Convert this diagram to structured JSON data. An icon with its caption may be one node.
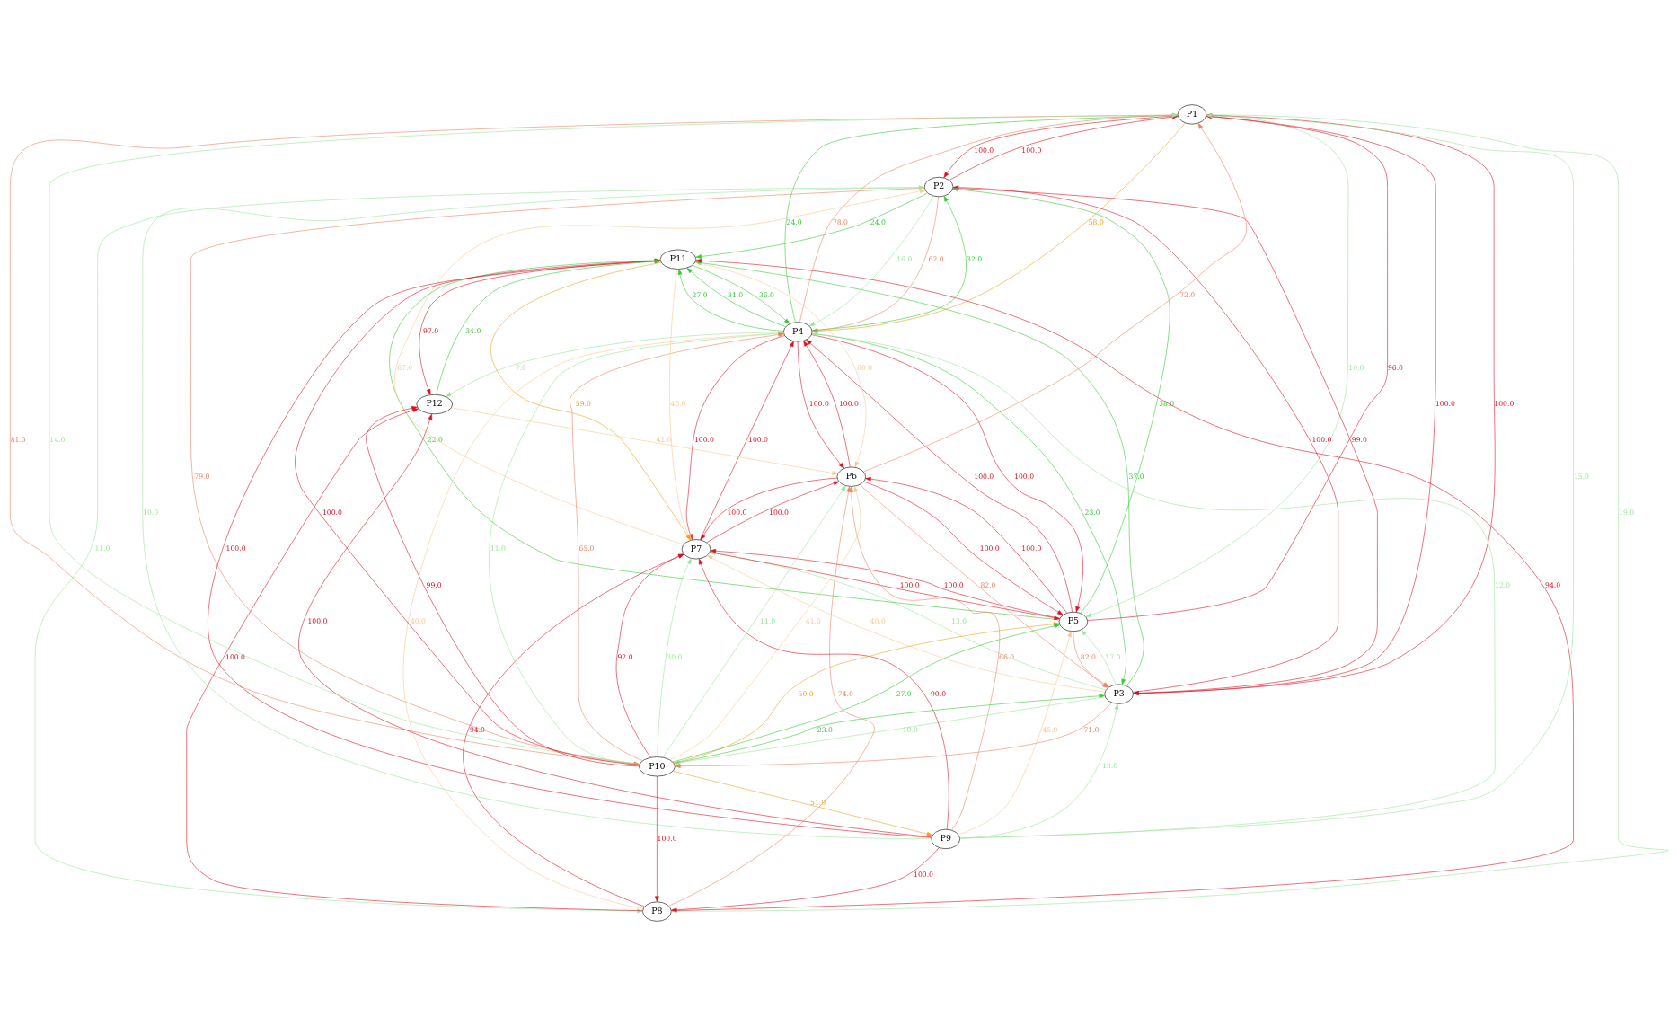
{
  "diagram": {
    "nodes": [
      {
        "text": [
          "P1"
        ]
      },
      {
        "text": [
          "P2"
        ]
      },
      {
        "text": [
          "P3"
        ]
      },
      {
        "text": [
          "P4"
        ]
      },
      {
        "text": [
          "P5"
        ]
      },
      {
        "text": [
          "P6"
        ]
      },
      {
        "text": [
          "P7"
        ]
      },
      {
        "text": [
          "P8"
        ]
      },
      {
        "text": [
          "P9"
        ]
      },
      {
        "text": [
          "P10"
        ]
      },
      {
        "text": [
          "P11"
        ]
      },
      {
        "text": [
          "P12"
        ]
      }
    ],
    "edges": [
      {
        "from": 9,
        "to": 8,
        "arrow": "to",
        "label": "51.0",
        "color": "#f0a020"
      },
      {
        "from": 8,
        "to": 7,
        "arrow": "to",
        "label": "100.0",
        "color": "#e01020"
      },
      {
        "from": 8,
        "to": 11,
        "arrow": "to",
        "label": "100.0",
        "color": "#e01020"
      },
      {
        "from": 8,
        "to": 10,
        "arrow": "to",
        "label": "100.0",
        "color": "#e01020"
      },
      {
        "from": 9,
        "to": 7,
        "arrow": "to",
        "label": "100.0",
        "color": "#e01020"
      },
      {
        "from": 9,
        "to": 11,
        "arrow": "to",
        "label": "99.0",
        "color": "#e01020"
      },
      {
        "from": 9,
        "to": 10,
        "arrow": "to",
        "label": "100.0",
        "color": "#e01020"
      },
      {
        "from": 7,
        "to": 11,
        "arrow": "to",
        "label": "100.0",
        "color": "#e01020"
      },
      {
        "from": 7,
        "to": 10,
        "arrow": "to",
        "label": "94.0",
        "color": "#e01020"
      },
      {
        "from": 10,
        "to": 11,
        "arrow": "to",
        "label": "97.0",
        "color": "#e01020"
      },
      {
        "from": 11,
        "to": 10,
        "arrow": "to",
        "label": "34.0",
        "color": "#33cc33"
      },
      {
        "from": 8,
        "to": 2,
        "arrow": "to",
        "label": "13.0",
        "color": "#99e699"
      },
      {
        "from": 0,
        "to": 7,
        "arrow": "to",
        "label": "19.0",
        "color": "#99e699"
      },
      {
        "from": 1,
        "to": 7,
        "arrow": "to",
        "label": "11.0",
        "color": "#99e699"
      },
      {
        "from": 2,
        "to": 10,
        "arrow": "to",
        "label": "37.0",
        "color": "#33cc33"
      },
      {
        "from": 7,
        "to": 6,
        "arrow": "to",
        "label": "94.0",
        "color": "#e01020"
      },
      {
        "from": 3,
        "to": 11,
        "arrow": "to",
        "label": "7.0",
        "color": "#99e699"
      },
      {
        "from": 10,
        "to": 6,
        "arrow": "to",
        "label": "46.0",
        "color": "#f8c890"
      },
      {
        "from": 8,
        "to": 4,
        "arrow": "to",
        "label": "45.0",
        "color": "#f8c890"
      },
      {
        "from": 8,
        "to": 6,
        "arrow": "to",
        "label": "90.0",
        "color": "#e01020"
      },
      {
        "from": 1,
        "to": 10,
        "arrow": "to",
        "label": "24.0",
        "color": "#33cc33"
      },
      {
        "from": 7,
        "to": 3,
        "arrow": "to",
        "label": "40.0",
        "color": "#f8c890"
      },
      {
        "from": 7,
        "to": 5,
        "arrow": "to",
        "label": "74.0",
        "color": "#f08060"
      },
      {
        "from": 3,
        "to": 10,
        "arrow": "to",
        "label": "27.0",
        "color": "#33cc33"
      },
      {
        "from": 10,
        "to": 6,
        "arrow": "to",
        "label": "59.0",
        "color": "#f0a020"
      },
      {
        "from": 11,
        "to": 5,
        "arrow": "to",
        "label": "41.0",
        "color": "#f8c890"
      },
      {
        "from": 4,
        "to": 10,
        "arrow": "to",
        "label": "22.0",
        "color": "#33cc33"
      },
      {
        "from": 10,
        "to": 3,
        "arrow": "to",
        "label": "36.0",
        "color": "#33cc33"
      },
      {
        "from": 3,
        "to": 10,
        "arrow": "to",
        "label": "31.0",
        "color": "#33cc33"
      },
      {
        "from": 10,
        "to": 5,
        "arrow": "to",
        "label": "60.0",
        "color": "#f8c890"
      },
      {
        "from": 9,
        "to": 0,
        "arrow": "to",
        "label": "14.0",
        "color": "#99e699"
      },
      {
        "from": 9,
        "to": 2,
        "arrow": "to",
        "label": "23.0",
        "color": "#33cc33"
      },
      {
        "from": 9,
        "to": 3,
        "arrow": "to",
        "label": "11.0",
        "color": "#99e699"
      },
      {
        "from": 8,
        "to": 3,
        "arrow": "to",
        "label": "12.0",
        "color": "#99e699"
      },
      {
        "from": 9,
        "to": 4,
        "arrow": "to",
        "label": "50.0",
        "color": "#f0a020"
      },
      {
        "from": 8,
        "to": 5,
        "arrow": "to",
        "label": "66.0",
        "color": "#f08060"
      },
      {
        "from": 2,
        "to": 9,
        "arrow": "to",
        "label": "10.0",
        "color": "#99e699"
      },
      {
        "from": 9,
        "to": 6,
        "arrow": "to",
        "label": "92.0",
        "color": "#e01020"
      },
      {
        "from": 9,
        "to": 4,
        "arrow": "to",
        "label": "27.0",
        "color": "#33cc33"
      },
      {
        "from": 2,
        "to": 6,
        "arrow": "to",
        "label": "13.0",
        "color": "#99e699"
      },
      {
        "from": 1,
        "to": 9,
        "arrow": "to",
        "label": "79.0",
        "color": "#f08060"
      },
      {
        "from": 0,
        "to": 9,
        "arrow": "to",
        "label": "81.0",
        "color": "#f08060"
      },
      {
        "from": 8,
        "to": 0,
        "arrow": "to",
        "label": "15.0",
        "color": "#99e699"
      },
      {
        "from": 8,
        "to": 1,
        "arrow": "to",
        "label": "10.0",
        "color": "#99e699"
      },
      {
        "from": 2,
        "to": 9,
        "arrow": "to",
        "label": "71.0",
        "color": "#f08060"
      },
      {
        "from": 9,
        "to": 5,
        "arrow": "to",
        "label": "41.0",
        "color": "#f8c890"
      },
      {
        "from": 9,
        "to": 6,
        "arrow": "to",
        "label": "30.0",
        "color": "#99e699"
      },
      {
        "from": 9,
        "to": 3,
        "arrow": "to",
        "label": "65.0",
        "color": "#f08060"
      },
      {
        "from": 9,
        "to": 5,
        "arrow": "to",
        "label": "11.0",
        "color": "#99e699"
      },
      {
        "from": 2,
        "to": 4,
        "arrow": "to",
        "label": "17.0",
        "color": "#99e699"
      },
      {
        "from": 2,
        "to": 6,
        "arrow": "to",
        "label": "40.0",
        "color": "#f8c890"
      },
      {
        "from": 4,
        "to": 2,
        "arrow": "to",
        "label": "82.0",
        "color": "#f08060"
      },
      {
        "from": 0,
        "to": 2,
        "arrow": "to",
        "label": "100.0",
        "color": "#e01020"
      },
      {
        "from": 2,
        "to": 0,
        "arrow": "to",
        "label": "100.0",
        "color": "#e01020"
      },
      {
        "from": 1,
        "to": 2,
        "arrow": "to",
        "label": "99.0",
        "color": "#e01020"
      },
      {
        "from": 2,
        "to": 1,
        "arrow": "to",
        "label": "100.0",
        "color": "#e01020"
      },
      {
        "from": 4,
        "to": 0,
        "arrow": "to",
        "label": "96.0",
        "color": "#e01020"
      },
      {
        "from": 3,
        "to": 2,
        "arrow": "to",
        "label": "23.0",
        "color": "#33cc33"
      },
      {
        "from": 3,
        "to": 1,
        "arrow": "to",
        "label": "32.0",
        "color": "#33cc33"
      },
      {
        "from": 4,
        "to": 1,
        "arrow": "to",
        "label": "38.0",
        "color": "#33cc33"
      },
      {
        "from": 5,
        "to": 0,
        "arrow": "to",
        "label": "72.0",
        "color": "#f08060"
      },
      {
        "from": 6,
        "to": 1,
        "arrow": "to",
        "label": "67.0",
        "color": "#f8c890"
      },
      {
        "from": 5,
        "to": 2,
        "arrow": "to",
        "label": "82.0",
        "color": "#f08060"
      },
      {
        "from": 0,
        "to": 4,
        "arrow": "to",
        "label": "10.0",
        "color": "#99e699"
      },
      {
        "from": 1,
        "to": 3,
        "arrow": "to",
        "label": "62.0",
        "color": "#f08060"
      },
      {
        "from": 1,
        "to": 3,
        "arrow": "to",
        "label": "16.0",
        "color": "#99e699"
      },
      {
        "from": 0,
        "to": 1,
        "arrow": "to",
        "label": "100.0",
        "color": "#e01020"
      },
      {
        "from": 1,
        "to": 0,
        "arrow": "to",
        "label": "100.0",
        "color": "#e01020"
      },
      {
        "from": 0,
        "to": 3,
        "arrow": "to",
        "label": "58.0",
        "color": "#f0a020"
      },
      {
        "from": 3,
        "to": 0,
        "arrow": "to",
        "label": "24.0",
        "color": "#33cc33"
      },
      {
        "from": 3,
        "to": 0,
        "arrow": "to",
        "label": "78.0",
        "color": "#f08060"
      },
      {
        "from": 3,
        "to": 4,
        "arrow": "to",
        "label": "100.0",
        "color": "#e01020"
      },
      {
        "from": 4,
        "to": 3,
        "arrow": "to",
        "label": "100.0",
        "color": "#e01020"
      },
      {
        "from": 4,
        "to": 6,
        "arrow": "to",
        "label": "100.0",
        "color": "#e01020"
      },
      {
        "from": 6,
        "to": 4,
        "arrow": "to",
        "label": "100.0",
        "color": "#e01020"
      },
      {
        "from": 4,
        "to": 5,
        "arrow": "to",
        "label": "100.0",
        "color": "#e01020"
      },
      {
        "from": 5,
        "to": 4,
        "arrow": "to",
        "label": "100.0",
        "color": "#e01020"
      },
      {
        "from": 3,
        "to": 6,
        "arrow": "to",
        "label": "100.0",
        "color": "#e01020"
      },
      {
        "from": 6,
        "to": 3,
        "arrow": "to",
        "label": "100.0",
        "color": "#e01020"
      },
      {
        "from": 5,
        "to": 6,
        "arrow": "to",
        "label": "100.0",
        "color": "#e01020"
      },
      {
        "from": 6,
        "to": 5,
        "arrow": "to",
        "label": "100.0",
        "color": "#e01020"
      },
      {
        "from": 3,
        "to": 5,
        "arrow": "to",
        "label": "100.0",
        "color": "#e01020"
      },
      {
        "from": 5,
        "to": 3,
        "arrow": "to",
        "label": "100.0",
        "color": "#e01020"
      }
    ]
  }
}
